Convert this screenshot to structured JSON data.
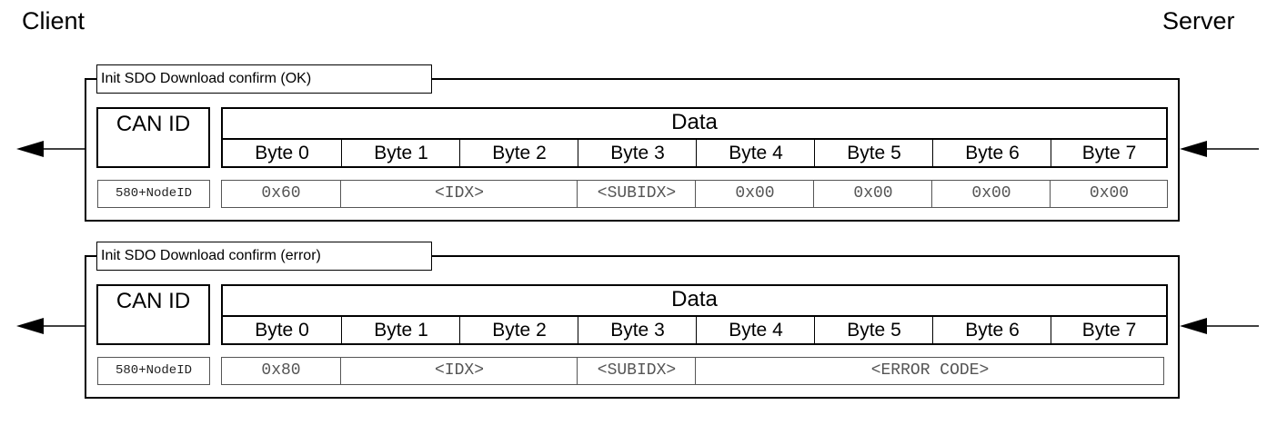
{
  "client_label": "Client",
  "server_label": "Server",
  "panels": [
    {
      "caption": "Init SDO Download confirm (OK)",
      "can_id_label": "CAN ID",
      "data_label": "Data",
      "bytes": [
        "Byte 0",
        "Byte 1",
        "Byte 2",
        "Byte 3",
        "Byte 4",
        "Byte 5",
        "Byte 6",
        "Byte 7"
      ],
      "can_id_value": "580+NodeID",
      "values": [
        {
          "text": "0x60",
          "span": 1
        },
        {
          "text": "<IDX>",
          "span": 2
        },
        {
          "text": "<SUBIDX>",
          "span": 1
        },
        {
          "text": "0x00",
          "span": 1
        },
        {
          "text": "0x00",
          "span": 1
        },
        {
          "text": "0x00",
          "span": 1
        },
        {
          "text": "0x00",
          "span": 1
        }
      ]
    },
    {
      "caption": "Init SDO Download confirm (error)",
      "can_id_label": "CAN ID",
      "data_label": "Data",
      "bytes": [
        "Byte 0",
        "Byte 1",
        "Byte 2",
        "Byte 3",
        "Byte 4",
        "Byte 5",
        "Byte 6",
        "Byte 7"
      ],
      "can_id_value": "580+NodeID",
      "values": [
        {
          "text": "0x80",
          "span": 1
        },
        {
          "text": "<IDX>",
          "span": 2
        },
        {
          "text": "<SUBIDX>",
          "span": 1
        },
        {
          "text": "<ERROR CODE>",
          "span": 4
        }
      ]
    }
  ]
}
